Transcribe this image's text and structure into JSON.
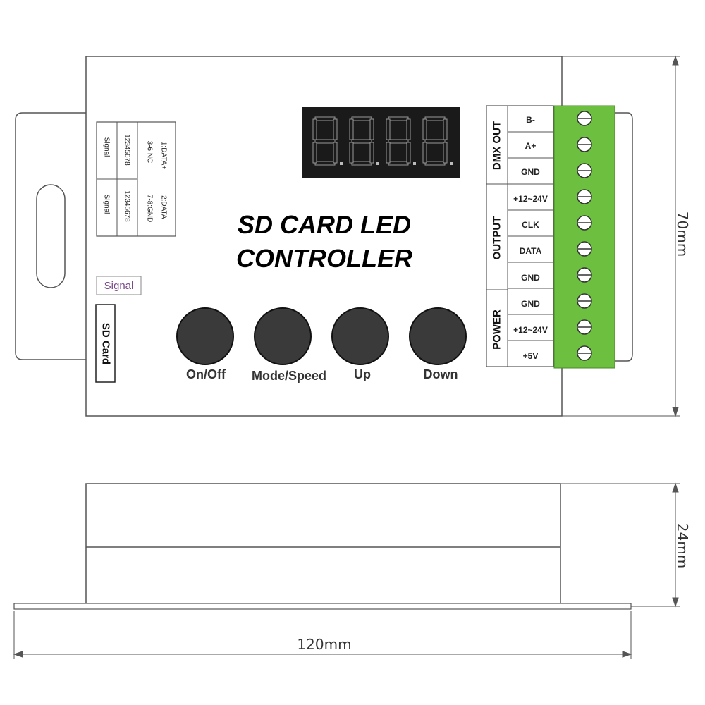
{
  "title": {
    "line1": "SD CARD LED",
    "line2": "CONTROLLER"
  },
  "display": {
    "digits": 4
  },
  "buttons": [
    {
      "label": "On/Off"
    },
    {
      "label": "Mode/Speed"
    },
    {
      "label": "Up"
    },
    {
      "label": "Down"
    }
  ],
  "signal_label": "Signal",
  "sd_card_label": "SD Card",
  "pin_labels": {
    "col1_line1": "1:DATA+",
    "col1_line2": "3-6:NC",
    "col2_line1": "2:DATA-",
    "col2_line2": "7-8:GND",
    "pins_top": "12345678",
    "pins_bottom": "12345678",
    "signal_top": "Signal",
    "signal_bottom": "Signal"
  },
  "terminal_groups": [
    {
      "name": "DMX OUT",
      "pins": [
        "B-",
        "A+",
        "GND"
      ]
    },
    {
      "name": "OUTPUT",
      "pins": [
        "+12~24V",
        "CLK",
        "DATA",
        "GND"
      ]
    },
    {
      "name": "POWER",
      "pins": [
        "GND",
        "+12~24V",
        "+5V"
      ]
    }
  ],
  "dimensions": {
    "height_top": "70mm",
    "height_side": "24mm",
    "width": "120mm"
  },
  "colors": {
    "terminal_block": "#6cbf3f",
    "button": "#3a3a3a",
    "display_bg": "#1a1a1a",
    "outline": "#555555"
  }
}
